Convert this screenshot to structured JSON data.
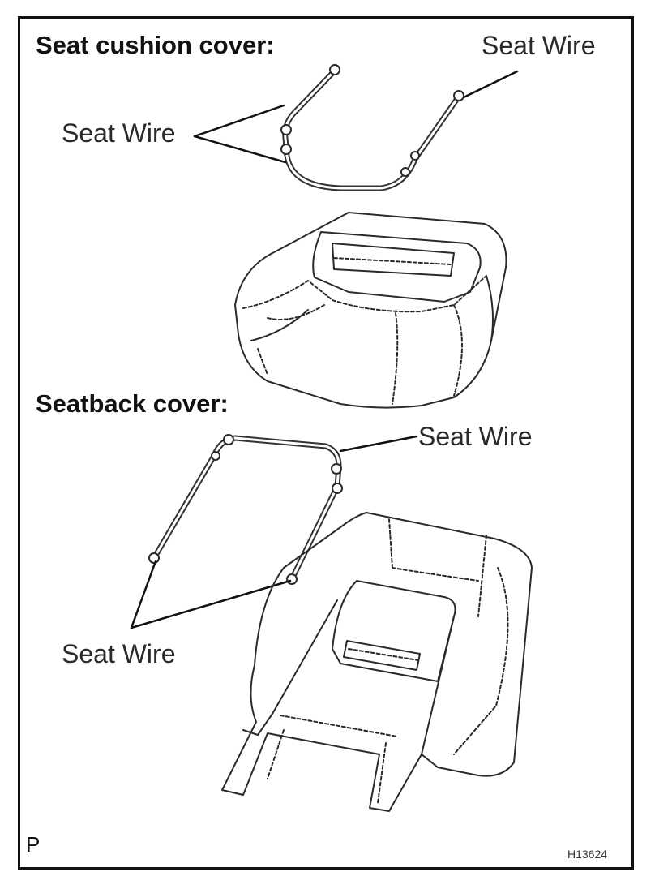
{
  "diagram": {
    "headings": {
      "cushion": "Seat cushion cover:",
      "seatback": "Seatback cover:"
    },
    "labels": {
      "cushion_wire_right": "Seat Wire",
      "cushion_wire_left": "Seat Wire",
      "seatback_wire_right": "Seat Wire",
      "seatback_wire_left": "Seat Wire"
    },
    "corner_letter": "P",
    "figure_code": "H13624"
  }
}
